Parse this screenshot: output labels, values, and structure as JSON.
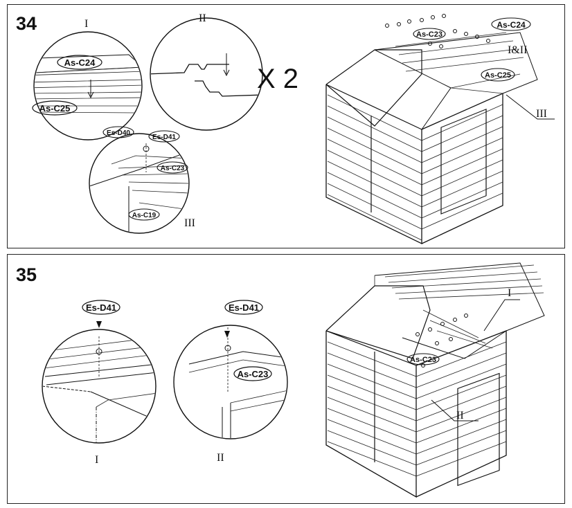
{
  "steps": [
    {
      "number": "34",
      "multiplier": "X 2",
      "callouts": {
        "detail_I": "I",
        "detail_II": "II",
        "detail_III": "III",
        "main_I_II": "I&II",
        "main_III": "III"
      },
      "parts": {
        "detail_I_top": "As-C24",
        "detail_I_bottom": "As-C25",
        "detail_III_washer": "Es-D40",
        "detail_III_screw": "Es-D41",
        "detail_III_panel": "As-C23",
        "detail_III_rail": "As-C19",
        "main_left_roof": "As-C23",
        "main_ridge": "As-C24",
        "main_right_roof": "As-C25"
      }
    },
    {
      "number": "35",
      "callouts": {
        "detail_I": "I",
        "detail_II": "II",
        "main_I": "I",
        "main_II": "II"
      },
      "parts": {
        "detail_I_screw": "Es-D41",
        "detail_II_screw": "Es-D41",
        "detail_II_panel": "As-C23",
        "main_roof": "As-C23"
      }
    }
  ],
  "colors": {
    "line": "#111111",
    "background": "#ffffff"
  }
}
